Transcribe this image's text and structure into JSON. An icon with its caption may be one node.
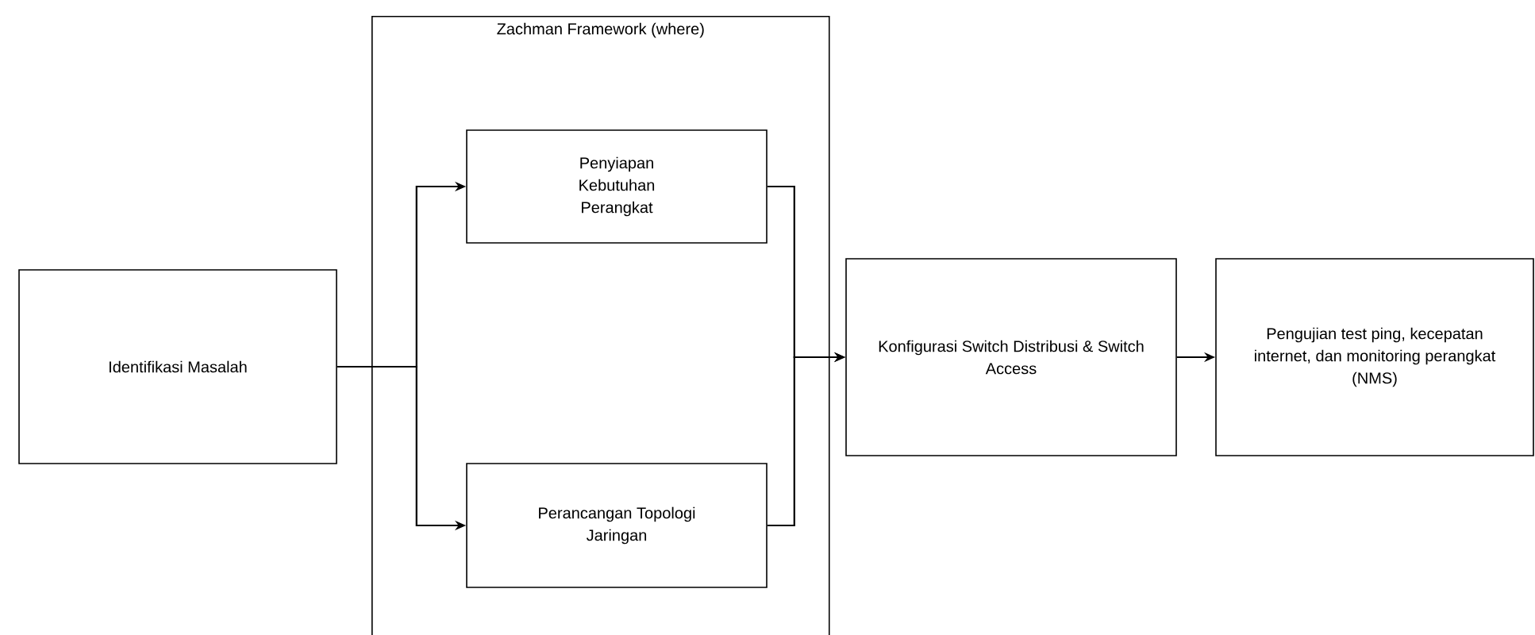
{
  "diagram": {
    "nodes": [
      {
        "text": [
          "Identifikasi Masalah"
        ]
      },
      {
        "text": [
          "Zachman Framework (where)"
        ]
      },
      {
        "text": [
          "Penyiapan Kebutuhan Perangkat"
        ],
        "in": 1
      },
      {
        "text": [
          "Perancangan Topologi Jaringan"
        ],
        "in": 1
      },
      {
        "text": [
          "Konfigurasi Switch Distribusi & Switch Access"
        ]
      },
      {
        "text": [
          "Pengujian test ping, kecepatan internet, dan monitoring perangkat (NMS)"
        ]
      }
    ],
    "edges": [
      {
        "from": 0,
        "to": 2,
        "arrow": "to"
      },
      {
        "from": 0,
        "to": 3,
        "arrow": "to"
      },
      {
        "from": 2,
        "to": 4,
        "arrow": "to"
      },
      {
        "from": 3,
        "to": 4,
        "arrow": "to"
      },
      {
        "from": 4,
        "to": 5,
        "arrow": "to"
      }
    ]
  }
}
